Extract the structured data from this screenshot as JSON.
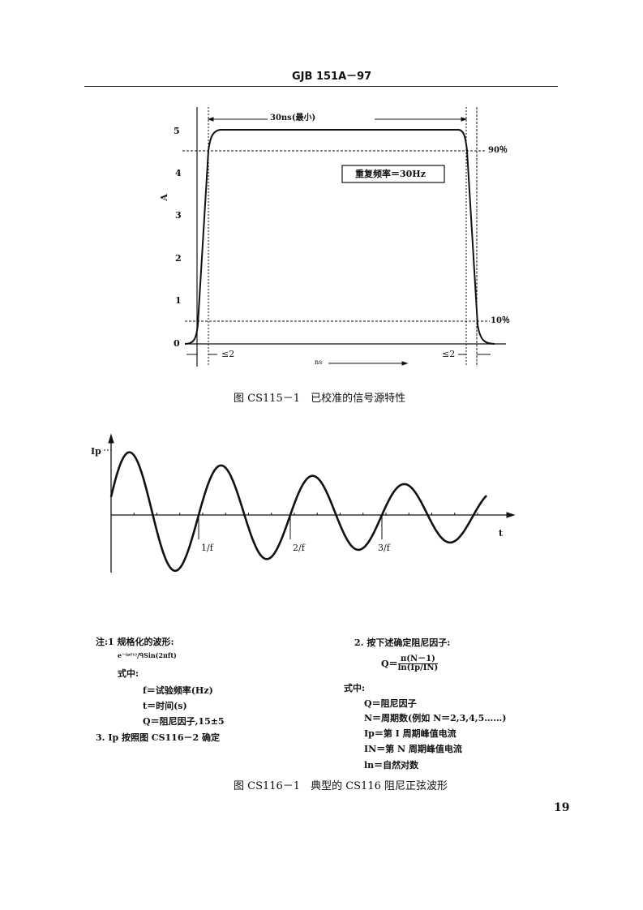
{
  "header": {
    "doc_code": "GJB 151A－97"
  },
  "figure1": {
    "y_axis_label": "A",
    "y_ticks": [
      "0",
      "1",
      "2",
      "3",
      "4",
      "5"
    ],
    "pulse_width_label": "30ns(最小)",
    "level_90": "90％",
    "level_10": "10％",
    "rep_rate_box": "重复频率＝30Hz",
    "rise_label": "≤2",
    "fall_label": "≤2",
    "x_unit_label": "ns",
    "caption": "图 CS115－1　已校准的信号源特性"
  },
  "figure2": {
    "y_label": "Ip",
    "x_label": "t",
    "x_ticks": [
      "1/f",
      "2/f",
      "3/f"
    ],
    "caption": "图 CS116－1　典型的 CS116 阻尼正弦波形"
  },
  "notes_left": {
    "n1": "注:1 规格化的波形:",
    "formula": "e⁻⁽ᵖᶠᵗ⁾/ᑫSin(2πft)",
    "where": "式中:",
    "f_def": "f＝试验频率(Hz)",
    "t_def": "t＝时间(s)",
    "q_def": "Q＝阻尼因子,15±5",
    "n3": "3. Ip 按照图 CS116－2 确定"
  },
  "notes_right": {
    "n2": "2. 按下述确定阻尼因子:",
    "q_lhs": "Q＝",
    "q_num": "π(N－1)",
    "q_den": "ln(Ip/IN)",
    "where": "式中:",
    "q_def": "Q＝阻尼因子",
    "n_def": "N＝周期数(例如 N＝2,3,4,5……)",
    "ip_def": "Ip＝第 I 周期峰值电流",
    "in_def": "IN＝第 N 周期峰值电流",
    "ln_def": "ln＝自然对数"
  },
  "page_number": "19"
}
